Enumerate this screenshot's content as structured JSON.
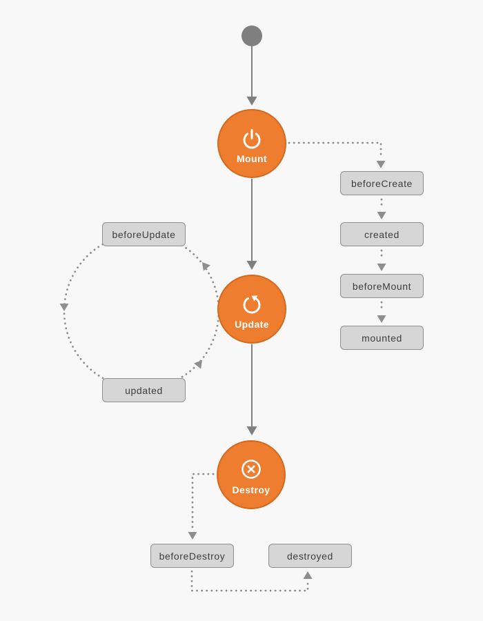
{
  "colors": {
    "background": "#f8f8f8",
    "node_fill": "#ee7d2f",
    "node_border": "#d2691e",
    "node_text": "#ffffff",
    "solid_line": "#7f7f7f",
    "dotted_line": "#8e8e8e",
    "hook_fill": "#d6d6d6",
    "hook_border": "#8f8f8f",
    "hook_text": "#3d3d3d"
  },
  "nodes": [
    {
      "label": "Mount",
      "icon": "power-icon"
    },
    {
      "label": "Update",
      "icon": "refresh-icon"
    },
    {
      "label": "Destroy",
      "icon": "cancel-icon"
    }
  ],
  "hooks": {
    "beforeCreate": "beforeCreate",
    "created": "created",
    "beforeMount": "beforeMount",
    "mounted": "mounted",
    "beforeUpdate": "beforeUpdate",
    "updated": "updated",
    "beforeDestroy": "beforeDestroy",
    "destroyed": "destroyed"
  }
}
